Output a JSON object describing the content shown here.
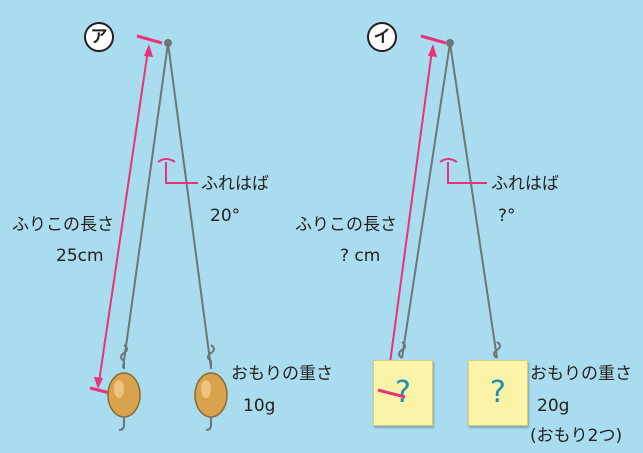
{
  "panels": [
    {
      "mark": "ア",
      "length_label": "ふりこの長さ",
      "length_value": "25cm",
      "swing_label": "ふれはば",
      "swing_value": "20°",
      "weight_label": "おもりの重さ",
      "weight_value": "10g",
      "bob_type": "brass-weight"
    },
    {
      "mark": "イ",
      "length_label": "ふりこの長さ",
      "length_value": "? cm",
      "swing_label": "ふれはば",
      "swing_value": "?°",
      "weight_label": "おもりの重さ",
      "weight_value": "20g",
      "weight_note": "(おもり2つ)",
      "bob_type": "unknown-box",
      "bob_text": "?"
    }
  ],
  "colors": {
    "background": "#a9dcef",
    "marker": "#e8327e",
    "string": "#6e7576",
    "weight": "#d9a24c",
    "unknown_box": "#fbf3a8",
    "question_mark": "#1a8fb8"
  }
}
